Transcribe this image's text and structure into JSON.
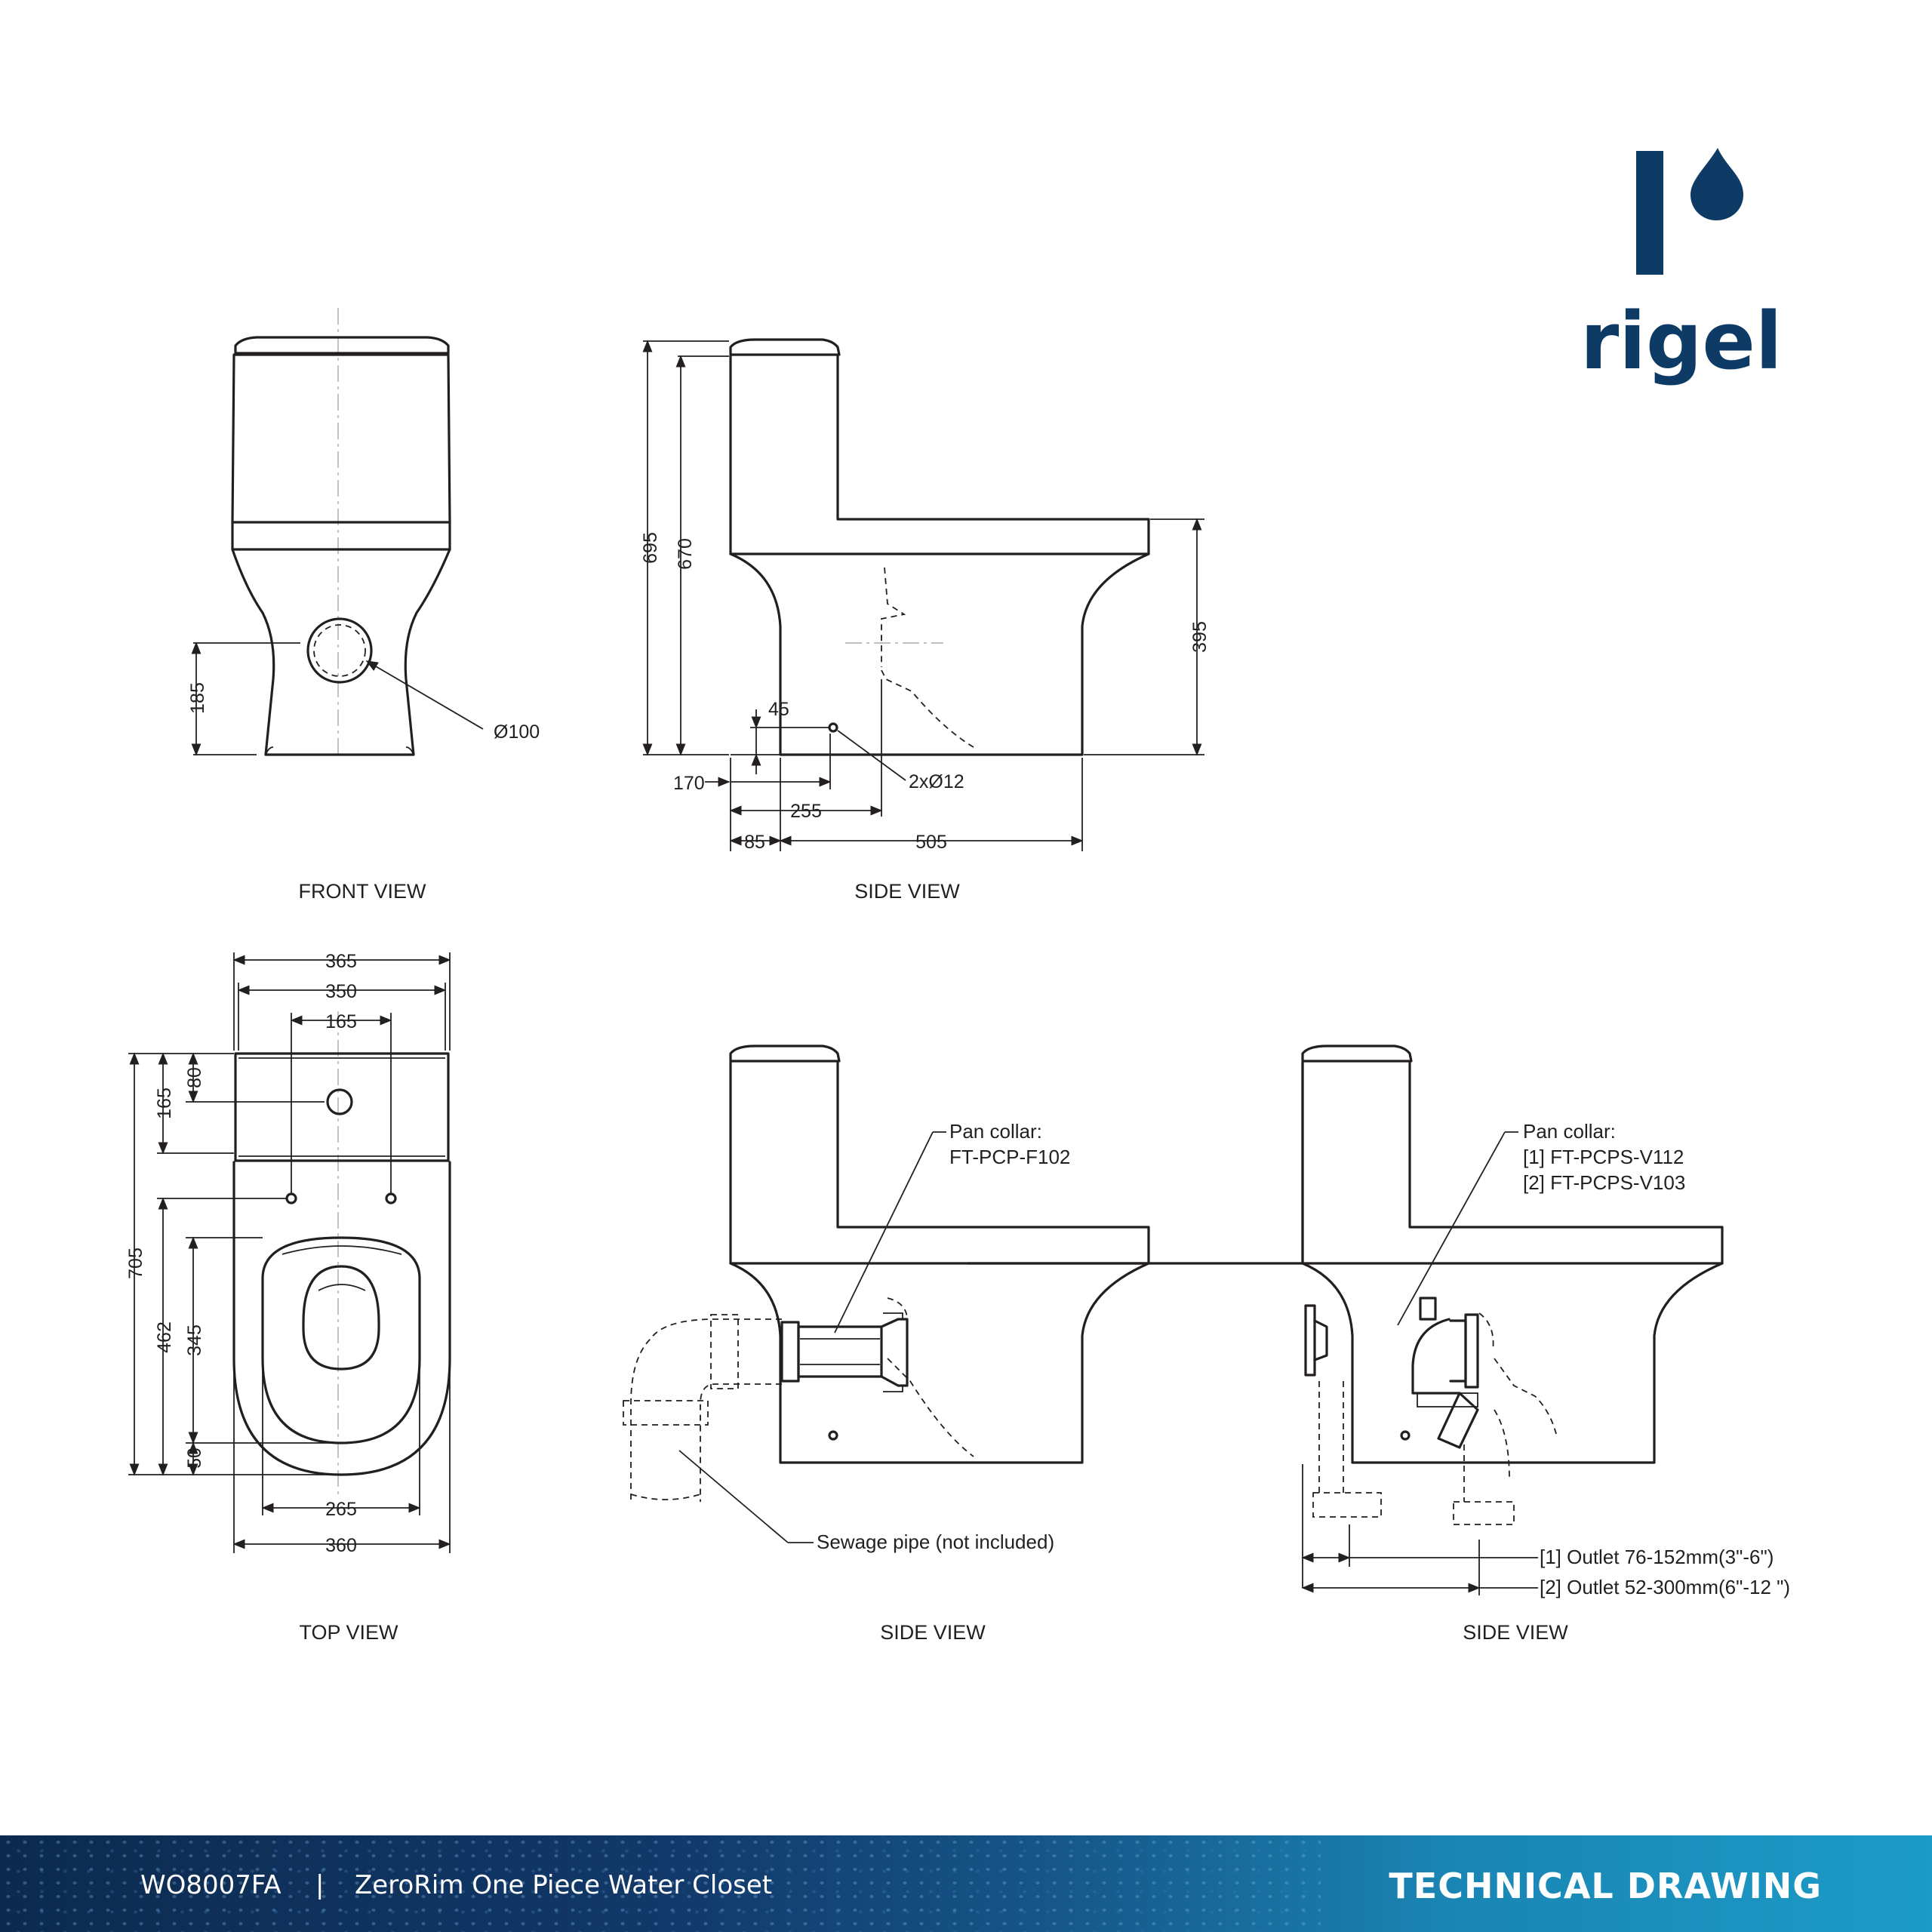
{
  "brand": {
    "name": "rigel",
    "color": "#0e3a66",
    "icon": "water-drop-icon"
  },
  "views": {
    "front": {
      "caption": "FRONT VIEW",
      "dims": {
        "height_185": "185",
        "dia_100": "Ø100"
      }
    },
    "side1": {
      "caption": "SIDE VIEW",
      "dims": {
        "h695": "695",
        "h670": "670",
        "h395": "395",
        "h45": "45",
        "d170": "170",
        "d255": "255",
        "d85": "85",
        "d505": "505",
        "holes": "2xØ12"
      }
    },
    "top": {
      "caption": "TOP VIEW",
      "dims": {
        "w365": "365",
        "w350": "350",
        "w165": "165",
        "h80": "80",
        "h165": "165",
        "h705": "705",
        "h462": "462",
        "h345": "345",
        "h50": "50",
        "w265": "265",
        "w360": "360"
      }
    },
    "side2": {
      "caption": "SIDE VIEW",
      "pan_collar_label": "Pan collar:",
      "pan_collar_code": "FT-PCP-F102",
      "sewage_label": "Sewage pipe (not included)"
    },
    "side3": {
      "caption": "SIDE VIEW",
      "pan_collar_label": "Pan collar:",
      "option1": "[1] FT-PCPS-V112",
      "option2": "[2] FT-PCPS-V103",
      "outlet1": "[1] Outlet 76-152mm(3\"-6\")",
      "outlet2": "[2] Outlet 52-300mm(6\"-12  \")"
    }
  },
  "footer": {
    "code": "WO8007FA",
    "separator": "|",
    "product": "ZeroRim One Piece Water Closet",
    "title": "TECHNICAL DRAWING",
    "gradient_start": "#0c2a4e",
    "gradient_end": "#1c9bc7"
  }
}
